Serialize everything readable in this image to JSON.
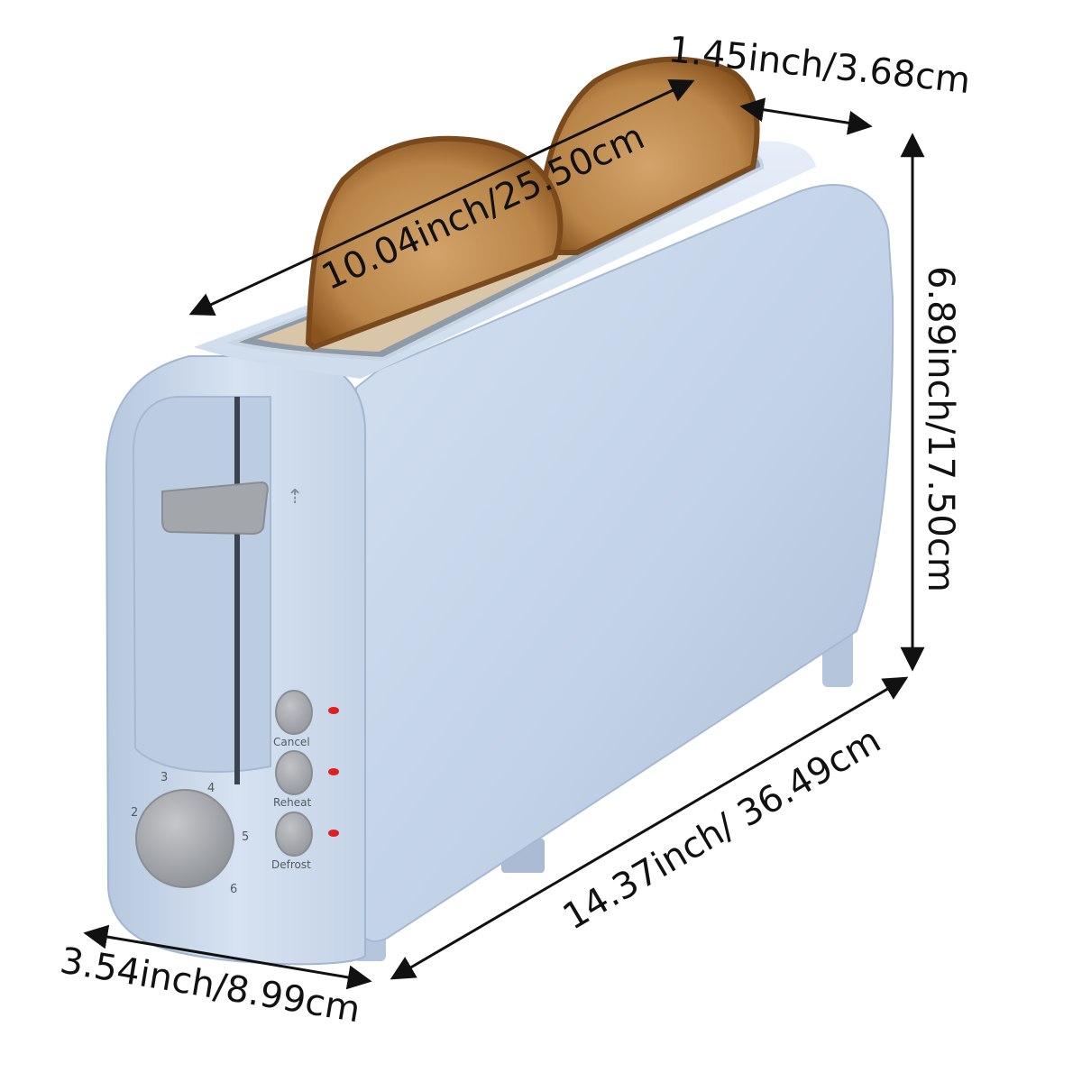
{
  "dimensions": {
    "slot_length": "10.04inch/25.50cm",
    "slot_width": "1.45inch/3.68cm",
    "height": "6.89inch/17.50cm",
    "length": "14.37inch/ 36.49cm",
    "width": "3.54inch/8.99cm"
  },
  "controls": {
    "cancel_label": "Cancel",
    "reheat_label": "Reheat",
    "defrost_label": "Defrost",
    "dial_numbers": [
      "2",
      "3",
      "4",
      "5",
      "6"
    ]
  },
  "colors": {
    "body": "#c4d4e8",
    "body_shadow": "#9fb2cc",
    "grey_controls": "#a3a6aa",
    "toast_crust": "#8a5420",
    "toast_crumb": "#c79a62",
    "indicator_lights": "#e02020",
    "dimension_lines": "#111111"
  }
}
